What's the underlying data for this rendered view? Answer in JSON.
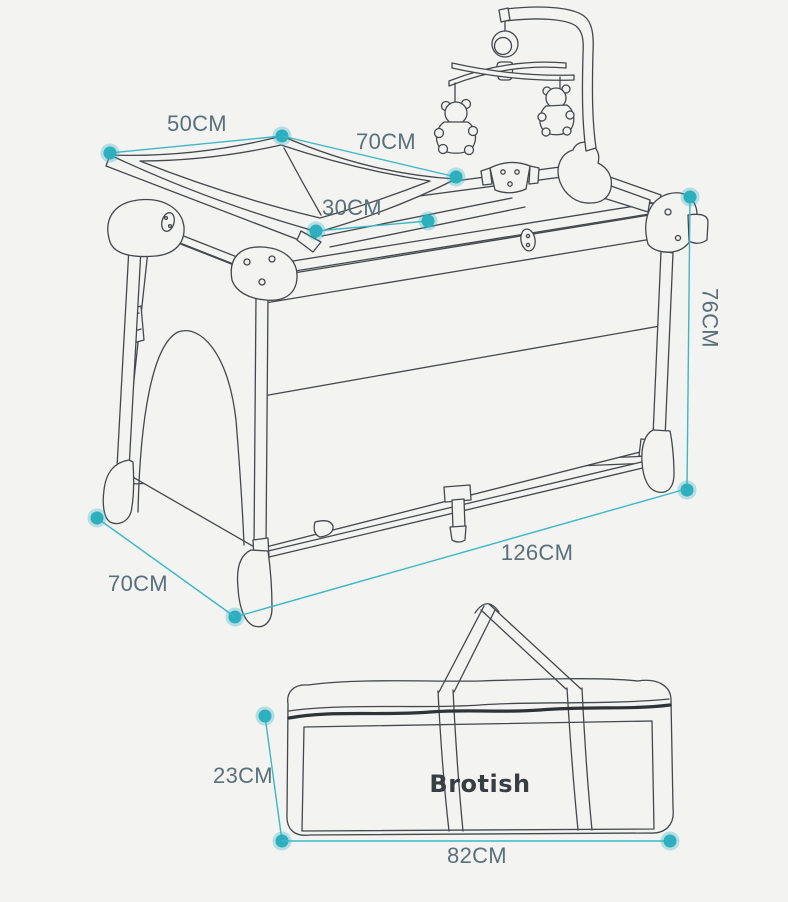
{
  "colors": {
    "background": "#f3f3f1",
    "line_color": "#44484c",
    "accent_teal": "#3db7c5",
    "accent_dark": "#2eafc0",
    "label_text": "#59707b"
  },
  "brand": {
    "logo": "Brotish"
  },
  "dimensions": {
    "mat_length": {
      "label": "50CM"
    },
    "mat_width": {
      "label": "70CM"
    },
    "bassinet_width": {
      "label": "30CM"
    },
    "crib_height": {
      "label": "76CM"
    },
    "crib_length": {
      "label": "126CM"
    },
    "crib_width": {
      "label": "70CM"
    },
    "bag_height": {
      "label": "23CM"
    },
    "bag_length": {
      "label": "82CM"
    }
  }
}
